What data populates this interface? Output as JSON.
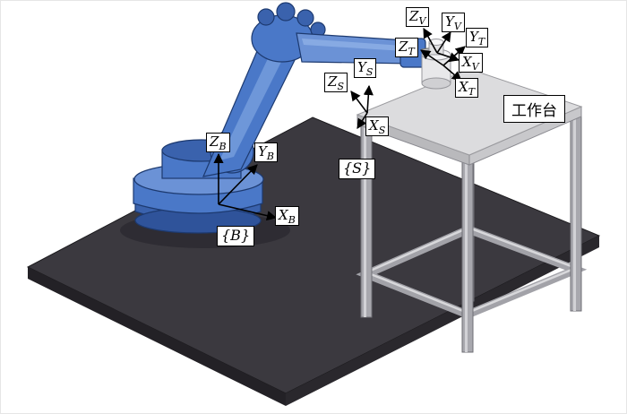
{
  "figure": {
    "worktable_label": "工作台",
    "frame_b": "{B}",
    "frame_s": "{S}"
  },
  "axis_labels": {
    "zb": {
      "main": "Z",
      "sub": "B"
    },
    "yb": {
      "main": "Y",
      "sub": "B"
    },
    "xb": {
      "main": "X",
      "sub": "B"
    },
    "zs": {
      "main": "Z",
      "sub": "S"
    },
    "ys": {
      "main": "Y",
      "sub": "S"
    },
    "xs": {
      "main": "X",
      "sub": "S"
    },
    "zv": {
      "main": "Z",
      "sub": "V"
    },
    "yv": {
      "main": "Y",
      "sub": "V"
    },
    "xv": {
      "main": "X",
      "sub": "V"
    },
    "zt": {
      "main": "Z",
      "sub": "T"
    },
    "yt": {
      "main": "Y",
      "sub": "T"
    },
    "xt": {
      "main": "X",
      "sub": "T"
    }
  },
  "colors": {
    "robot_blue": "#4a78c8",
    "robot_blue_dark": "#3a62ad",
    "robot_blue_light": "#6b92d6",
    "plate_dark": "#3b393f",
    "plate_side": "#232126",
    "table_top": "#dcdcde",
    "table_leg": "#a8a8ae",
    "arrow": "#000000"
  }
}
